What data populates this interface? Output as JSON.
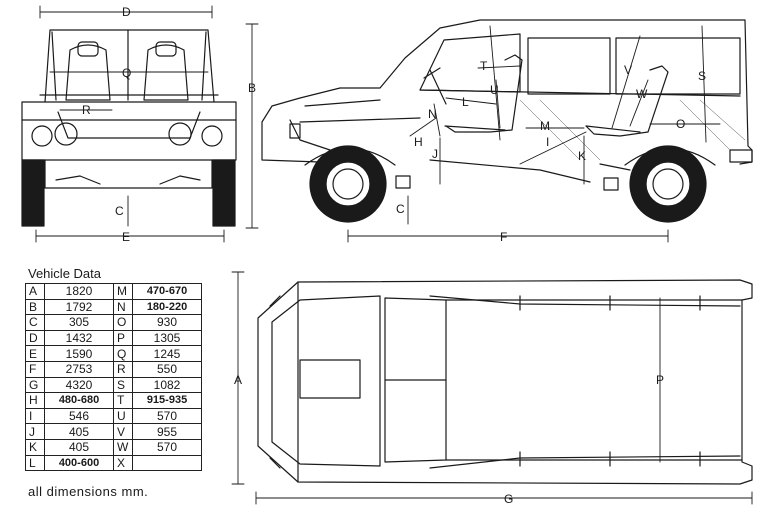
{
  "labels": {
    "front": {
      "D": "D",
      "Q": "Q",
      "R": "R",
      "B": "B",
      "C": "C",
      "E": "E"
    },
    "side": {
      "T": "T",
      "U": "U",
      "L": "L",
      "N": "N",
      "H": "H",
      "J": "J",
      "V": "V",
      "W": "W",
      "S": "S",
      "M": "M",
      "I": "I",
      "K": "K",
      "O": "O",
      "C": "C",
      "F": "F"
    },
    "top": {
      "A": "A",
      "P": "P",
      "G": "G"
    }
  },
  "table": {
    "title": "Vehicle Data",
    "rows": [
      {
        "k1": "A",
        "v1": "1820",
        "k2": "M",
        "v2": "470-670"
      },
      {
        "k1": "B",
        "v1": "1792",
        "k2": "N",
        "v2": "180-220"
      },
      {
        "k1": "C",
        "v1": "305",
        "k2": "O",
        "v2": "930"
      },
      {
        "k1": "D",
        "v1": "1432",
        "k2": "P",
        "v2": "1305"
      },
      {
        "k1": "E",
        "v1": "1590",
        "k2": "Q",
        "v2": "1245"
      },
      {
        "k1": "F",
        "v1": "2753",
        "k2": "R",
        "v2": "550"
      },
      {
        "k1": "G",
        "v1": "4320",
        "k2": "S",
        "v2": "1082"
      },
      {
        "k1": "H",
        "v1": "480-680",
        "k2": "T",
        "v2": "915-935"
      },
      {
        "k1": "I",
        "v1": "546",
        "k2": "U",
        "v2": "570"
      },
      {
        "k1": "J",
        "v1": "405",
        "k2": "V",
        "v2": "955"
      },
      {
        "k1": "K",
        "v1": "405",
        "k2": "W",
        "v2": "570"
      },
      {
        "k1": "L",
        "v1": "400-600",
        "k2": "X",
        "v2": ""
      }
    ],
    "note": "all dimensions mm."
  }
}
